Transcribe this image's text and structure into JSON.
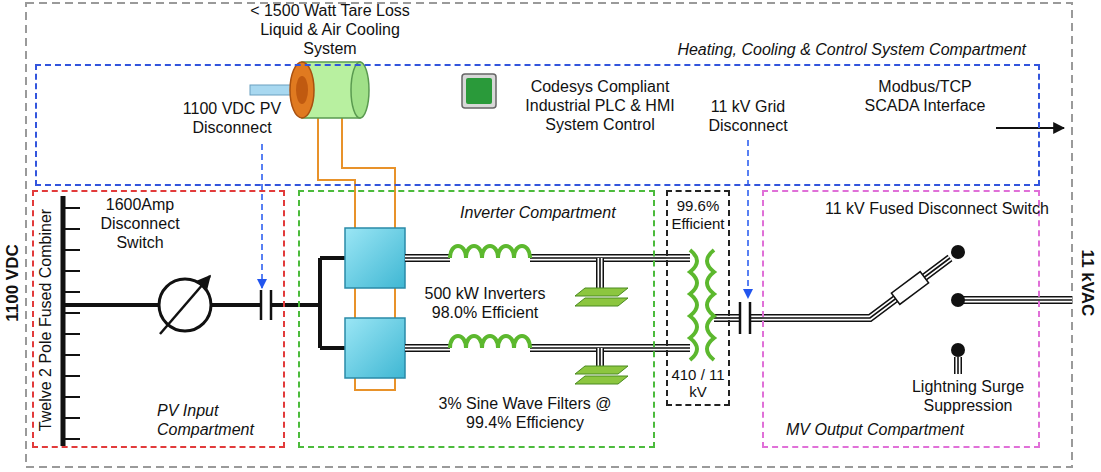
{
  "diagram": {
    "nodes": [
      {
        "text": [
          "Heating, Cooling & Control System Compartment"
        ]
      },
      {
        "text": [
          "PV Input Compartment"
        ]
      },
      {
        "text": [
          "Inverter Compartment"
        ]
      },
      {
        "text": [
          "99.6% Efficient",
          "410 / 11 kV"
        ]
      },
      {
        "text": [
          "MV Output Compartment"
        ]
      }
    ],
    "edges": [
      {
        "from": 1,
        "to": 2,
        "arrow": "none"
      },
      {
        "from": 2,
        "to": 3,
        "arrow": "none"
      },
      {
        "from": 3,
        "to": 4,
        "arrow": "none"
      }
    ],
    "labels": [
      "< 1500 Watt Tare Loss Liquid & Air Cooling System",
      "1100 VDC PV Disconnect",
      "Codesys Compliant Industrial PLC & HMI System Control",
      "11 kV Grid Disconnect",
      "Modbus/TCP SCADA Interface",
      "Twelve 2 Pole Fused Combiner",
      "1100 VDC",
      "1600Amp Disconnect Switch",
      "500 kW Inverters 98.0% Efficient",
      "3% Sine Wave Filters @ 99.4% Efficiency",
      "11 kV Fused Disconnect Switch",
      "Lightning Surge Suppression",
      "11 kVAC"
    ]
  }
}
